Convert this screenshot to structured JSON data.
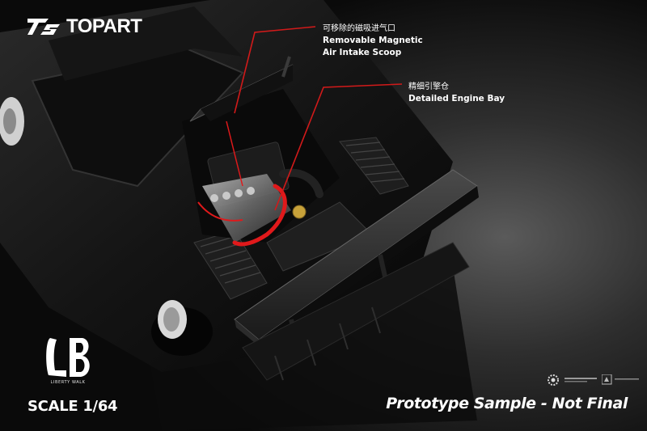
{
  "brand": {
    "logo_text": "TOPART",
    "logo_mark_icon": "topart-ts-mark-icon"
  },
  "callouts": [
    {
      "cn": "可移除的磁吸进气口",
      "en_line1": "Removable Magnetic",
      "en_line2": "Air Intake Scoop"
    },
    {
      "cn": "精细引擎仓",
      "en_line1": "Detailed Engine Bay"
    }
  ],
  "license": {
    "badge_icon": "liberty-walk-lb-logo-icon",
    "caption": "LIBERTY WALK"
  },
  "scale_label": "SCALE 1/64",
  "notice": "Prototype Sample - Not Final",
  "partner_icons": [
    "gear-emblem-icon",
    "partner-logo-icon"
  ],
  "colors": {
    "background": "#0b0b0b",
    "car_body": "#1a1a1a",
    "callout_line": "#d11a1a",
    "engine_wire": "#e0191b",
    "text": "#ffffff"
  }
}
